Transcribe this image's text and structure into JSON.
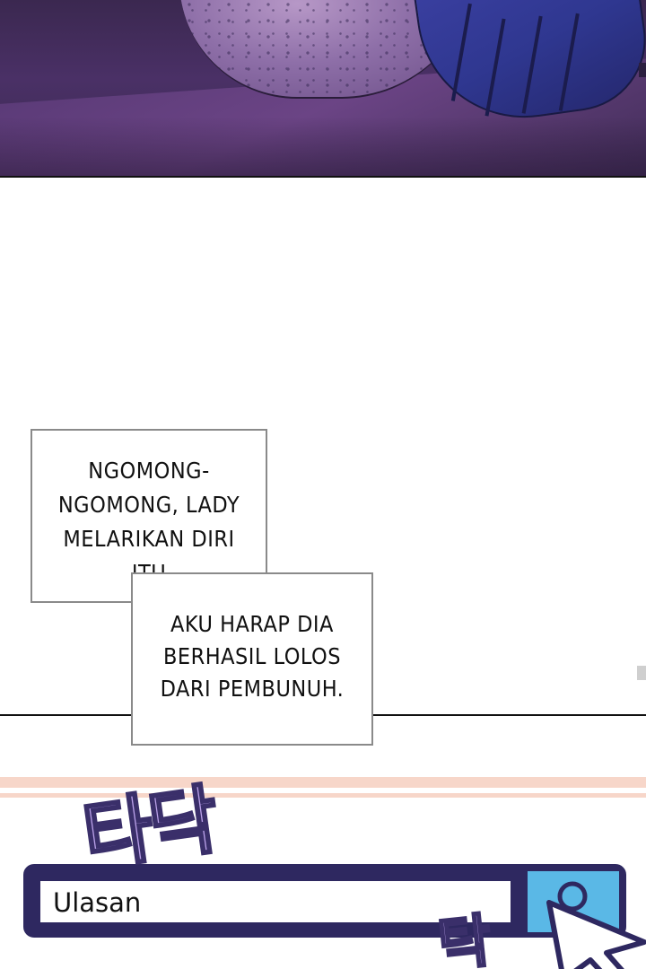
{
  "narration": {
    "box1": {
      "lines": [
        "NGOMONG-",
        "NGOMONG, LADY",
        "MELARIKAN DIRI",
        "ITU"
      ]
    },
    "box2": {
      "lines": [
        "AKU HARAP DIA",
        "BERHASIL LOLOS",
        "DARI PEMBUNUH."
      ]
    }
  },
  "sound_effects": {
    "sfx1": "타닥",
    "sfx2": "탁"
  },
  "search": {
    "value": "Ulasan",
    "button_icon": "search-icon",
    "cursor_icon": "pointer-cursor-icon"
  },
  "colors": {
    "search_frame": "#2e2860",
    "search_button": "#5ab8e6",
    "sfx_fill": "#b9a0e8",
    "stripe": "#f7d6c9"
  }
}
